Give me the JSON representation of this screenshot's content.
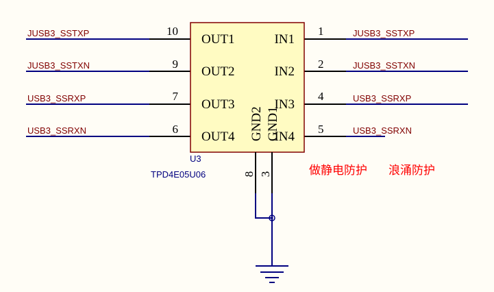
{
  "colors": {
    "background": "#fffdf6",
    "wire": "#000080",
    "pin": "#000000",
    "body_fill": "#fffbc2",
    "body_stroke": "#800000",
    "net_label": "#800000",
    "designator": "#000080",
    "note": "#ff0000"
  },
  "component": {
    "designator": "U3",
    "part_number": "TPD4E05U06",
    "left_pins": [
      {
        "number": "10",
        "name": "OUT1",
        "net": "JUSB3_SSTXP"
      },
      {
        "number": "9",
        "name": "OUT2",
        "net": "JUSB3_SSTXN"
      },
      {
        "number": "7",
        "name": "OUT3",
        "net": "USB3_SSRXP"
      },
      {
        "number": "6",
        "name": "OUT4",
        "net": "USB3_SSRXN"
      }
    ],
    "right_pins": [
      {
        "number": "1",
        "name": "IN1",
        "net": "JUSB3_SSTXP"
      },
      {
        "number": "2",
        "name": "IN2",
        "net": "JUSB3_SSTXN"
      },
      {
        "number": "4",
        "name": "IN3",
        "net": "USB3_SSRXP"
      },
      {
        "number": "5",
        "name": "IN4",
        "net": "USB3_SSRXN"
      }
    ],
    "bottom_pins": [
      {
        "number": "8",
        "name": "GND2"
      },
      {
        "number": "3",
        "name": "GND1"
      }
    ]
  },
  "notes": [
    "做静电防护",
    "浪涌防护"
  ],
  "ground_symbol": "ground-icon"
}
